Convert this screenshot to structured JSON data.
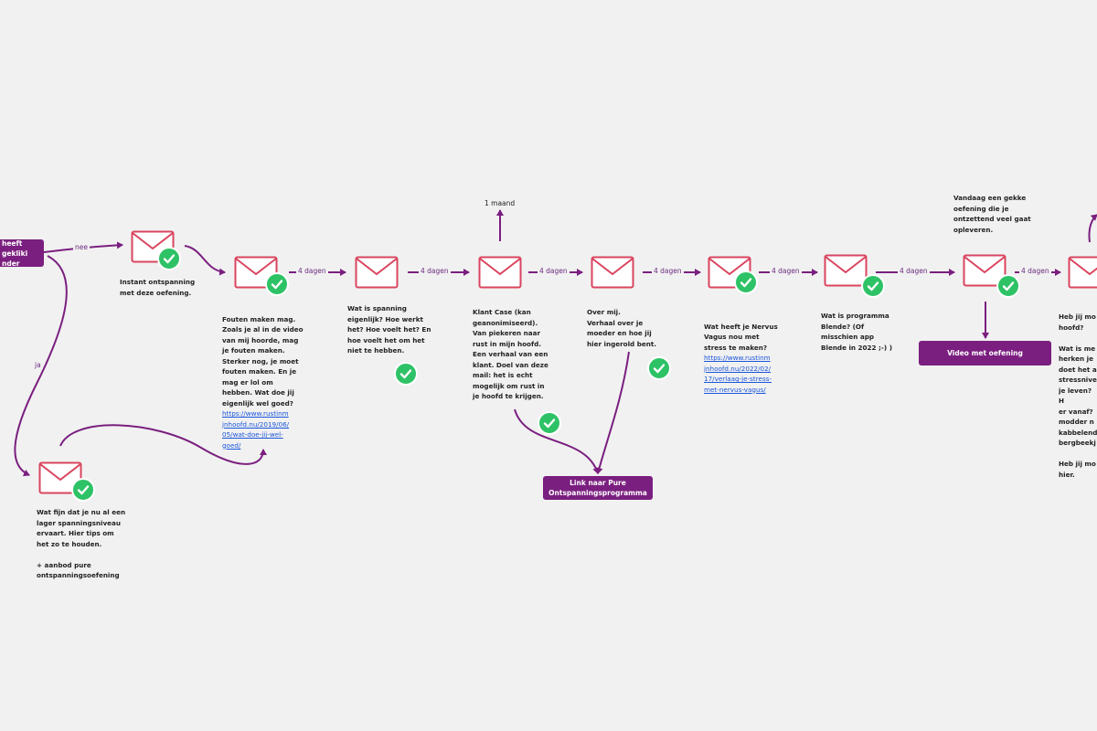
{
  "start": {
    "label": "heeft gekliki\nnder"
  },
  "edge_labels": {
    "nee": "nee",
    "ja": "ja",
    "gap": "4 dagen",
    "month": "1 maand"
  },
  "emails": [
    {
      "id": "e1",
      "text": "Instant ontspanning\nmet deze oefening."
    },
    {
      "id": "e2",
      "text": "Fouten maken mag.\nZoals je al in de video\nvan mij hoorde, mag\nje fouten maken.\nSterker nog, je moet\nfouten maken. En je\nmag er lol om\nhebben. Wat doe jij\neigenlijk wel goed?",
      "link": "https://www.rustinm\njnhoofd.nu/2019/06/\n05/wat-doe-jij-wel-\ngoed/"
    },
    {
      "id": "e3",
      "text": "Wat is spanning\neigenlijk? Hoe werkt\nhet? Hoe voelt het? En\nhoe voelt het om het\nniet te hebben."
    },
    {
      "id": "e4",
      "text": "Klant Case (kan\ngeanonimiseerd).\nVan piekeren naar\nrust in mijn hoofd.\nEen verhaal van een\nklant. Doel van deze\nmail: het is echt\nmogelijk om rust in\nje hoofd te krijgen."
    },
    {
      "id": "e5",
      "text": "Over mij.\nVerhaal over je\nmoeder en hoe jij\nhier ingerold bent."
    },
    {
      "id": "e6",
      "text": "Wat heeft je Nervus\nVagus nou met\nstress te maken?",
      "link": "https://www.rustinm\njnhoofd.nu/2022/02/\n17/verlaag-je-stress-\nmet-nervus-vagus/"
    },
    {
      "id": "e7",
      "text": "Wat is programma\nBlende? (Of\nmisschien app\nBlende in 2022 ;-) )"
    },
    {
      "id": "e8",
      "text": "Vandaag een gekke\noefening die je\nontzettend veel gaat\nopleveren."
    },
    {
      "id": "e9",
      "text": "Heb jij mo\nhoofd?\n\nWat is me\nherken je\ndoet het a\nstressnive\nje leven? H\ner vanaf?\nmodder n\nkabbelend\nbergbeekj\n\nHeb jij mo\nhier."
    },
    {
      "id": "e10",
      "text": "Wat fijn dat je nu al een\nlager spanningsniveau\nervaart. Hier tips om\nhet zo te houden.\n\n+ aanbod pure\nontspanningsoefening"
    }
  ],
  "pills": {
    "video": "Video met oefening",
    "link": "Link naar Pure\nOntspanningsprogramma"
  },
  "colors": {
    "purple": "#7a1f7f",
    "mail_stroke": "#d9455f",
    "check": "#2ec266",
    "link": "#1a56db"
  }
}
